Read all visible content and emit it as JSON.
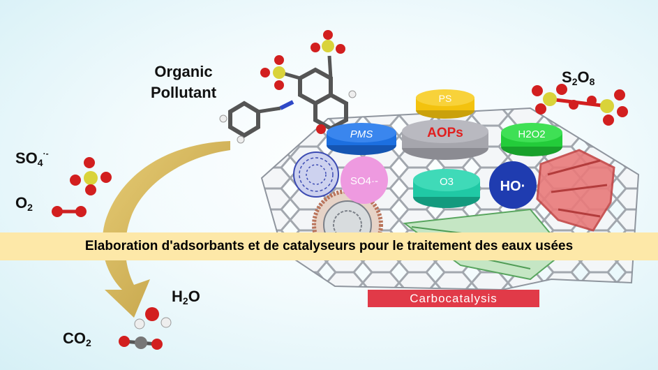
{
  "labels": {
    "organic_pollutant_line1": "Organic",
    "organic_pollutant_line2": "Pollutant",
    "s2o8": {
      "base": "S",
      "sub1": "2",
      "mid": "O",
      "sub2": "8"
    },
    "so4": {
      "base": "SO",
      "sub": "4",
      "sup": "·-"
    },
    "o2": {
      "base": "O",
      "sub": "2"
    },
    "h2o": {
      "base": "H",
      "sub": "2",
      "end": "O"
    },
    "co2": {
      "base": "CO",
      "sub": "2"
    }
  },
  "discs": {
    "ps": "PS",
    "pms": "PMS",
    "aops": "AOPs",
    "h2o2": "H2O2",
    "so4": "SO4·-",
    "o3": "O3",
    "ho": "HO·"
  },
  "banner": "Elaboration d'adsorbants et de catalyseurs pour le traitement des eaux usées",
  "carbocatalysis": "Carbocatalysis",
  "colors": {
    "ps": "#f3c20e",
    "pms": "#1c6fe0",
    "aops": "#a6a6ad",
    "h2o2": "#23cc3a",
    "so4": "#ee9ae0",
    "o3": "#20c9a5",
    "ho": "#1f3cb0",
    "banner": "#fde8a8",
    "carbocatalysis": "#e13a48",
    "arrow": "#c9a43a"
  }
}
